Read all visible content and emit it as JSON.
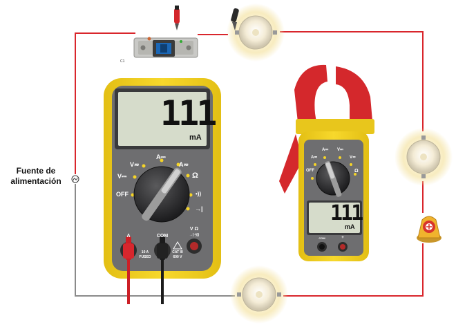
{
  "power_source_label_line1": "Fuente de",
  "power_source_label_line2": "alimentación",
  "switch_label": "C1",
  "multimeter": {
    "reading": "111",
    "unit": "mA",
    "dial": {
      "off": "OFF",
      "v_ac": "V≂",
      "v_dc": "V⎓",
      "a_dc": "A⎓",
      "a_ac": "A≂",
      "ohm": "Ω",
      "sound": "•))",
      "diode": "→|"
    },
    "jack_a": "A",
    "jack_com": "COM",
    "jack_vohm": "V Ω",
    "jack_vohm_sub": "→|  •)))",
    "fuse_line1": "10 A",
    "fuse_line2": "FUSED",
    "cat_line1": "CAT III",
    "cat_line2": "600 V"
  },
  "clamp_meter": {
    "reading": "111",
    "unit": "mA",
    "dial": {
      "off": "OFF",
      "a_ac": "A≂",
      "a_dc": "A⎓",
      "v_dc": "V⎓",
      "v_ac": "V≂",
      "ohm": "Ω"
    },
    "jack_com": "COM",
    "jack_plus": "+"
  },
  "colors": {
    "wire_positive": "#d9262c",
    "wire_negative": "#8a8a8a",
    "meter_yellow": "#f5d428",
    "meter_gray": "#6e6e70",
    "lcd": "#d6dccb",
    "clamp_red": "#d4282c"
  }
}
